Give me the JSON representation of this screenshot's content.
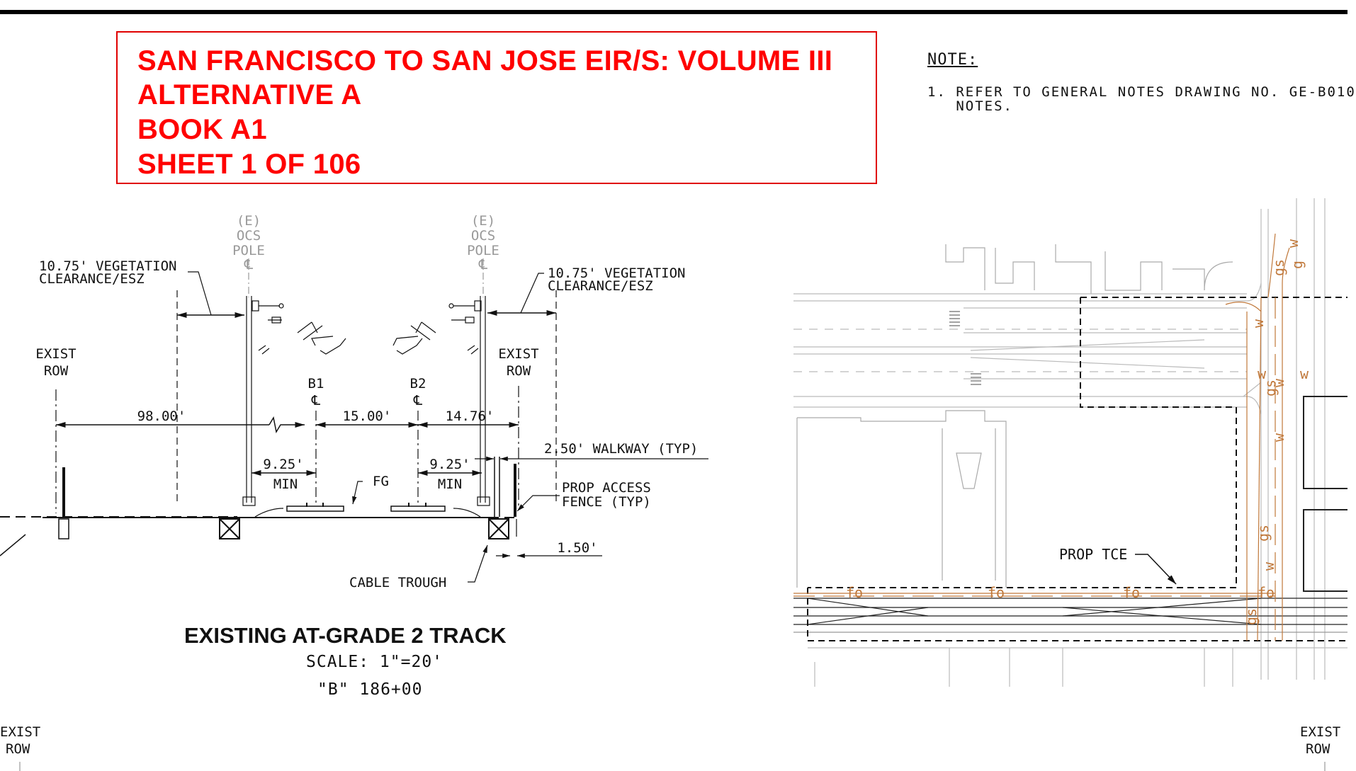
{
  "title_block": {
    "lines": [
      "SAN FRANCISCO TO SAN JOSE EIR/S: VOLUME III",
      "ALTERNATIVE A",
      "BOOK A1",
      "SHEET 1 OF 106"
    ],
    "color": "#ff0000"
  },
  "notes": {
    "heading": "NOTE:",
    "items": [
      {
        "number": "1.",
        "text": "REFER TO GENERAL NOTES DRAWING NO. GE-B010",
        "continuation": "NOTES."
      }
    ]
  },
  "section": {
    "title": "EXISTING AT-GRADE 2 TRACK",
    "scale": "SCALE: 1\"=20'",
    "station": "\"B\" 186+00",
    "labels": {
      "pole_left": [
        "(E)",
        "OCS",
        "POLE",
        "℄"
      ],
      "pole_right": [
        "(E)",
        "OCS",
        "POLE",
        "℄"
      ],
      "veg_left": [
        "10.75' VEGETATION",
        "CLEARANCE/ESZ"
      ],
      "veg_right": [
        "10.75' VEGETATION",
        "CLEARANCE/ESZ"
      ],
      "exist_row_left": [
        "EXIST",
        "ROW"
      ],
      "exist_row_right": [
        "EXIST",
        "ROW"
      ],
      "b1": [
        "B1",
        "℄"
      ],
      "b2": [
        "B2",
        "℄"
      ],
      "dim_98": "98.00'",
      "dim_15": "15.00'",
      "dim_1476": "14.76'",
      "walkway": "2.50' WALKWAY (TYP)",
      "min_left": [
        "9.25'",
        "MIN"
      ],
      "min_right": [
        "9.25'",
        "MIN"
      ],
      "fg": "FG",
      "fence": [
        "PROP ACCESS",
        "FENCE (TYP)"
      ],
      "dim_150": "1.50'",
      "cable_trough": "CABLE TROUGH"
    }
  },
  "plan": {
    "tce_label": "PROP TCE",
    "utility_tags": {
      "fiber": "fo",
      "gas": "gs",
      "water": "w",
      "gas_short": "g"
    },
    "utility_color": "#c0783a"
  },
  "bottom_labels": {
    "left": [
      "EXIST",
      "ROW"
    ],
    "right": [
      "EXIST",
      "ROW"
    ]
  }
}
